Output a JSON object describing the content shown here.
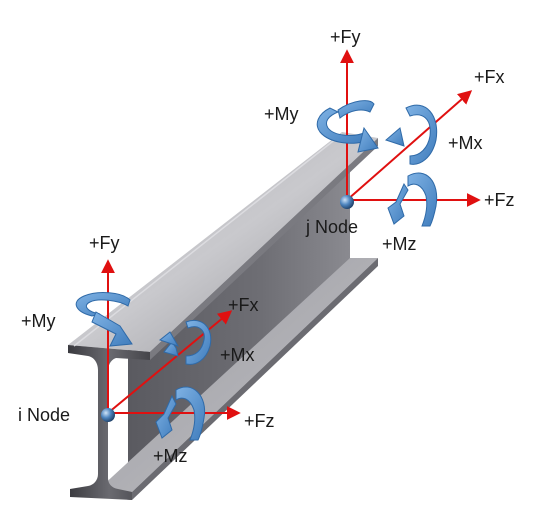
{
  "labels": {
    "j_fy": "+Fy",
    "j_fx": "+Fx",
    "j_fz": "+Fz",
    "j_my": "+My",
    "j_mx": "+Mx",
    "j_mz": "+Mz",
    "j_node": "j Node",
    "i_fy": "+Fy",
    "i_fx": "+Fx",
    "i_fz": "+Fz",
    "i_my": "+My",
    "i_mx": "+Mx",
    "i_mz": "+Mz",
    "i_node": "i Node"
  },
  "colors": {
    "force_arrow": "#e01010",
    "moment_arrow": "#4f8fd0",
    "moment_arrow_dark": "#2f6aa8",
    "steel_light": "#b9b9bd",
    "steel_mid": "#8c8c92",
    "steel_dark": "#55555b",
    "node": "#3a6ea8"
  },
  "icons": {
    "force": "straight-arrow-icon",
    "moment": "curved-arrow-icon"
  }
}
